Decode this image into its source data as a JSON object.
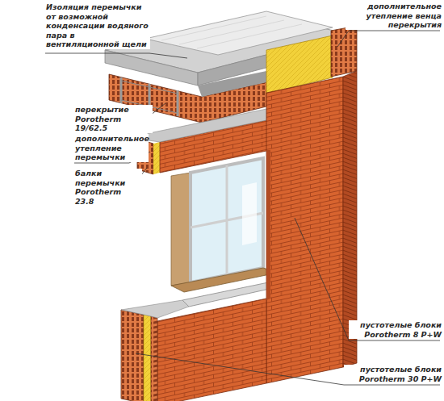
{
  "diagram": {
    "labels": [
      "Изоляция перемычки от возможной конденсации водяного пара в вентиляционной щели",
      "дополнительное утепление венца перекрытия",
      "перекрытие Porotherm 19/62.5",
      "дополнительное утепление перемычки",
      "балки перемычки Porotherm 23.8",
      "пустотелые блоки Porotherm 8 P+W",
      "пустотелые блоки Porotherm 30 P+W"
    ]
  }
}
